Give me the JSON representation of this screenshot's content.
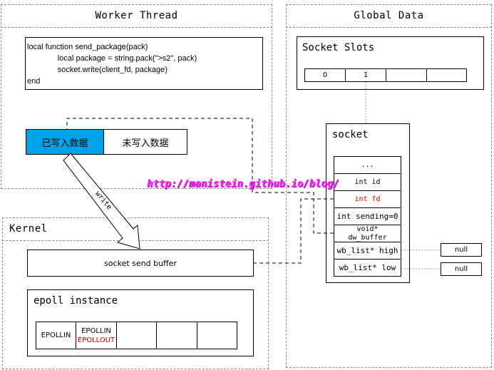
{
  "worker_thread": {
    "title": "Worker Thread",
    "code_lines": [
      "local function send_package(pack)",
      "              local package = string.pack(\">s2\", pack)",
      "              socket.write(client_fd, package)",
      "end"
    ],
    "buffer": {
      "written": "已写入数据",
      "unwritten": "未写入数据"
    },
    "arrow_label": "write"
  },
  "global_data": {
    "title": "Global Data",
    "socket_slots": {
      "title": "Socket Slots",
      "slots": [
        "0",
        "1",
        "",
        ""
      ]
    },
    "socket": {
      "title": "socket",
      "fields": [
        {
          "text": "...",
          "highlight": false
        },
        {
          "text": "int id",
          "highlight": false
        },
        {
          "text": "int fd",
          "highlight": true
        },
        {
          "text": "int sending=0",
          "highlight": false
        },
        {
          "text": "void*\ndw_buffer",
          "highlight": false
        },
        {
          "text": "wb_list* high",
          "highlight": false
        },
        {
          "text": "wb_list* low",
          "highlight": false
        }
      ],
      "null_high": "null",
      "null_low": "null"
    }
  },
  "kernel": {
    "title": "Kernel",
    "send_buffer": "socket send buffer",
    "epoll": {
      "title": "epoll instance",
      "cells": [
        {
          "lines": [
            "EPOLLIN"
          ]
        },
        {
          "lines": [
            "EPOLLIN",
            "EPOLLOUT"
          ]
        },
        {
          "lines": []
        },
        {
          "lines": []
        },
        {
          "lines": []
        }
      ]
    }
  },
  "watermark": "http://manistein.github.io/blog/",
  "colors": {
    "written_fill": "#00a2e8",
    "accent_red": "#d00000",
    "watermark": "#ff2bff",
    "dashed_border": "#8a8a8a"
  }
}
